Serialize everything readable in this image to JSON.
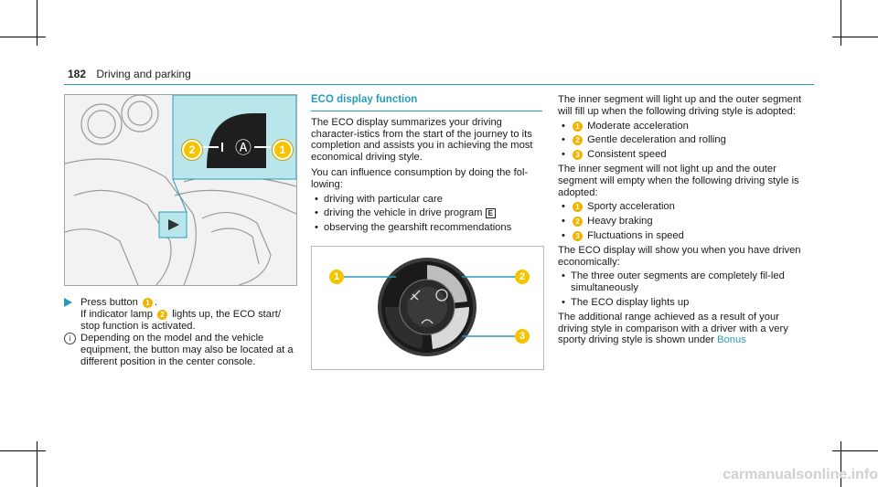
{
  "header": {
    "page_number": "182",
    "section": "Driving and parking"
  },
  "left": {
    "step_prefix": "Press button",
    "step_suffix": ".",
    "ind_prefix": "If indicator lamp",
    "ind_suffix": "lights up, the ECO start/\nstop function is activated.",
    "note": "Depending on the model and the vehicle equipment, the button may also be located at a different position in the center console.",
    "badge1": "1",
    "badge2": "2"
  },
  "figure1": {
    "callout1": "1",
    "callout2": "2",
    "button_glyph": "Ⓐ"
  },
  "middle": {
    "title": "ECO display function",
    "para1": "The ECO display summarizes your driving character-istics from the start of the journey to its completion and assists you in achieving the most economical driving style.",
    "para2": "You can influence consumption by doing the fol-lowing:",
    "bullets": [
      "driving with particular care",
      "driving the vehicle in drive program",
      "observing the gearshift recommendations"
    ],
    "program_key": "E"
  },
  "figure2": {
    "callout1": "1",
    "callout2": "2",
    "callout3": "3"
  },
  "right": {
    "para1": "The inner segment will light up and the outer segment will fill up when the following driving style is adopted:",
    "list1": [
      "Moderate acceleration",
      "Gentle deceleration and rolling",
      "Consistent speed"
    ],
    "para2": "The inner segment will not light up and the outer segment will empty when the following driving style is adopted:",
    "list2": [
      "Sporty acceleration",
      "Heavy braking",
      "Fluctuations in speed"
    ],
    "para3": "The ECO display will show you when you have driven economically:",
    "bullets": [
      "The three outer segments are completely fil-led simultaneously",
      "The ECO display lights up"
    ],
    "para4": "The additional range achieved as a result of your driving style in comparison with a driver with a very sporty driving style is shown under",
    "link": "Bonus",
    "nums": [
      "1",
      "2",
      "3"
    ]
  },
  "watermark": "carmanualsonline.info"
}
